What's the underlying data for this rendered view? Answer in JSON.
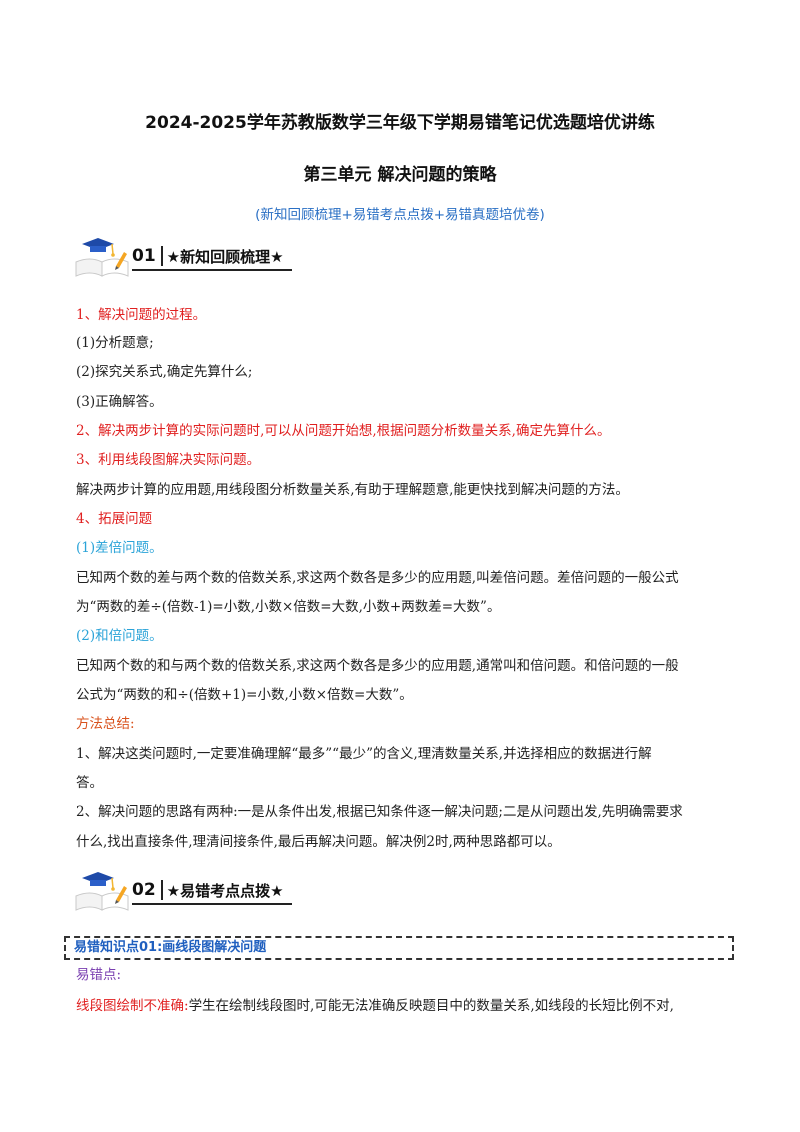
{
  "header": {
    "title": "2024-2025学年苏教版数学三年级下学期易错笔记优选题培优讲练",
    "subtitle": "第三单元 解决问题的策略",
    "tagline": "(新知回顾梳理+易错考点点拨+易错真题培优卷)"
  },
  "section1": {
    "number": "01",
    "label": "★新知回顾梳理★",
    "lines": [
      "1、解决问题的过程。",
      "(1)分析题意;",
      "(2)探究关系式,确定先算什么;",
      "(3)正确解答。",
      "2、解决两步计算的实际问题时,可以从问题开始想,根据问题分析数量关系,确定先算什么。",
      "3、利用线段图解决实际问题。",
      "解决两步计算的应用题,用线段图分析数量关系,有助于理解题意,能更快找到解决问题的方法。",
      "4、拓展问题",
      "(1)差倍问题。",
      "已知两个数的差与两个数的倍数关系,求这两个数各是多少的应用题,叫差倍问题。差倍问题的一般公式",
      "为“两数的差÷(倍数-1)=小数,小数×倍数=大数,小数+两数差=大数”。",
      "(2)和倍问题。",
      "已知两个数的和与两个数的倍数关系,求这两个数各是多少的应用题,通常叫和倍问题。和倍问题的一般",
      "公式为“两数的和÷(倍数+1)=小数,小数×倍数=大数”。",
      "方法总结:",
      "1、解决这类问题时,一定要准确理解“最多”“最少”的含义,理清数量关系,并选择相应的数据进行解",
      "答。",
      "2、解决问题的思路有两种:一是从条件出发,根据已知条件逐一解决问题;二是从问题出发,先明确需要求",
      "什么,找出直接条件,理清间接条件,最后再解决问题。解决例2时,两种思路都可以。"
    ]
  },
  "section2": {
    "number": "02",
    "label": "★易错考点点拨★",
    "knowledge_point": "易错知识点01:画线段图解决问题",
    "error_label": "易错点:",
    "error_lead": "线段图绘制不准确:",
    "error_text": "学生在绘制线段图时,可能无法准确反映题目中的数量关系,如线段的长短比例不对,"
  },
  "colors": {
    "red": "#e02020",
    "blue": "#2aa3d8",
    "purple": "#7a3fb0",
    "orange": "#d9531e",
    "link_blue": "#1f5fbf"
  },
  "icons": [
    "graduation-book-icon"
  ]
}
